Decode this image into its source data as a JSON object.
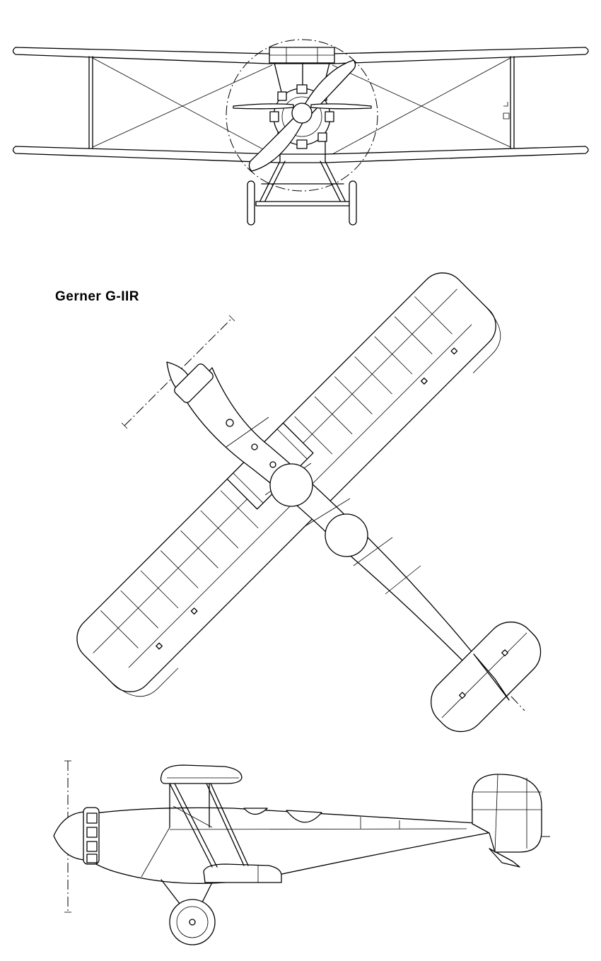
{
  "drawing": {
    "title": "Gerner G-IIR",
    "views": [
      "front-view",
      "top-view",
      "side-view"
    ]
  }
}
